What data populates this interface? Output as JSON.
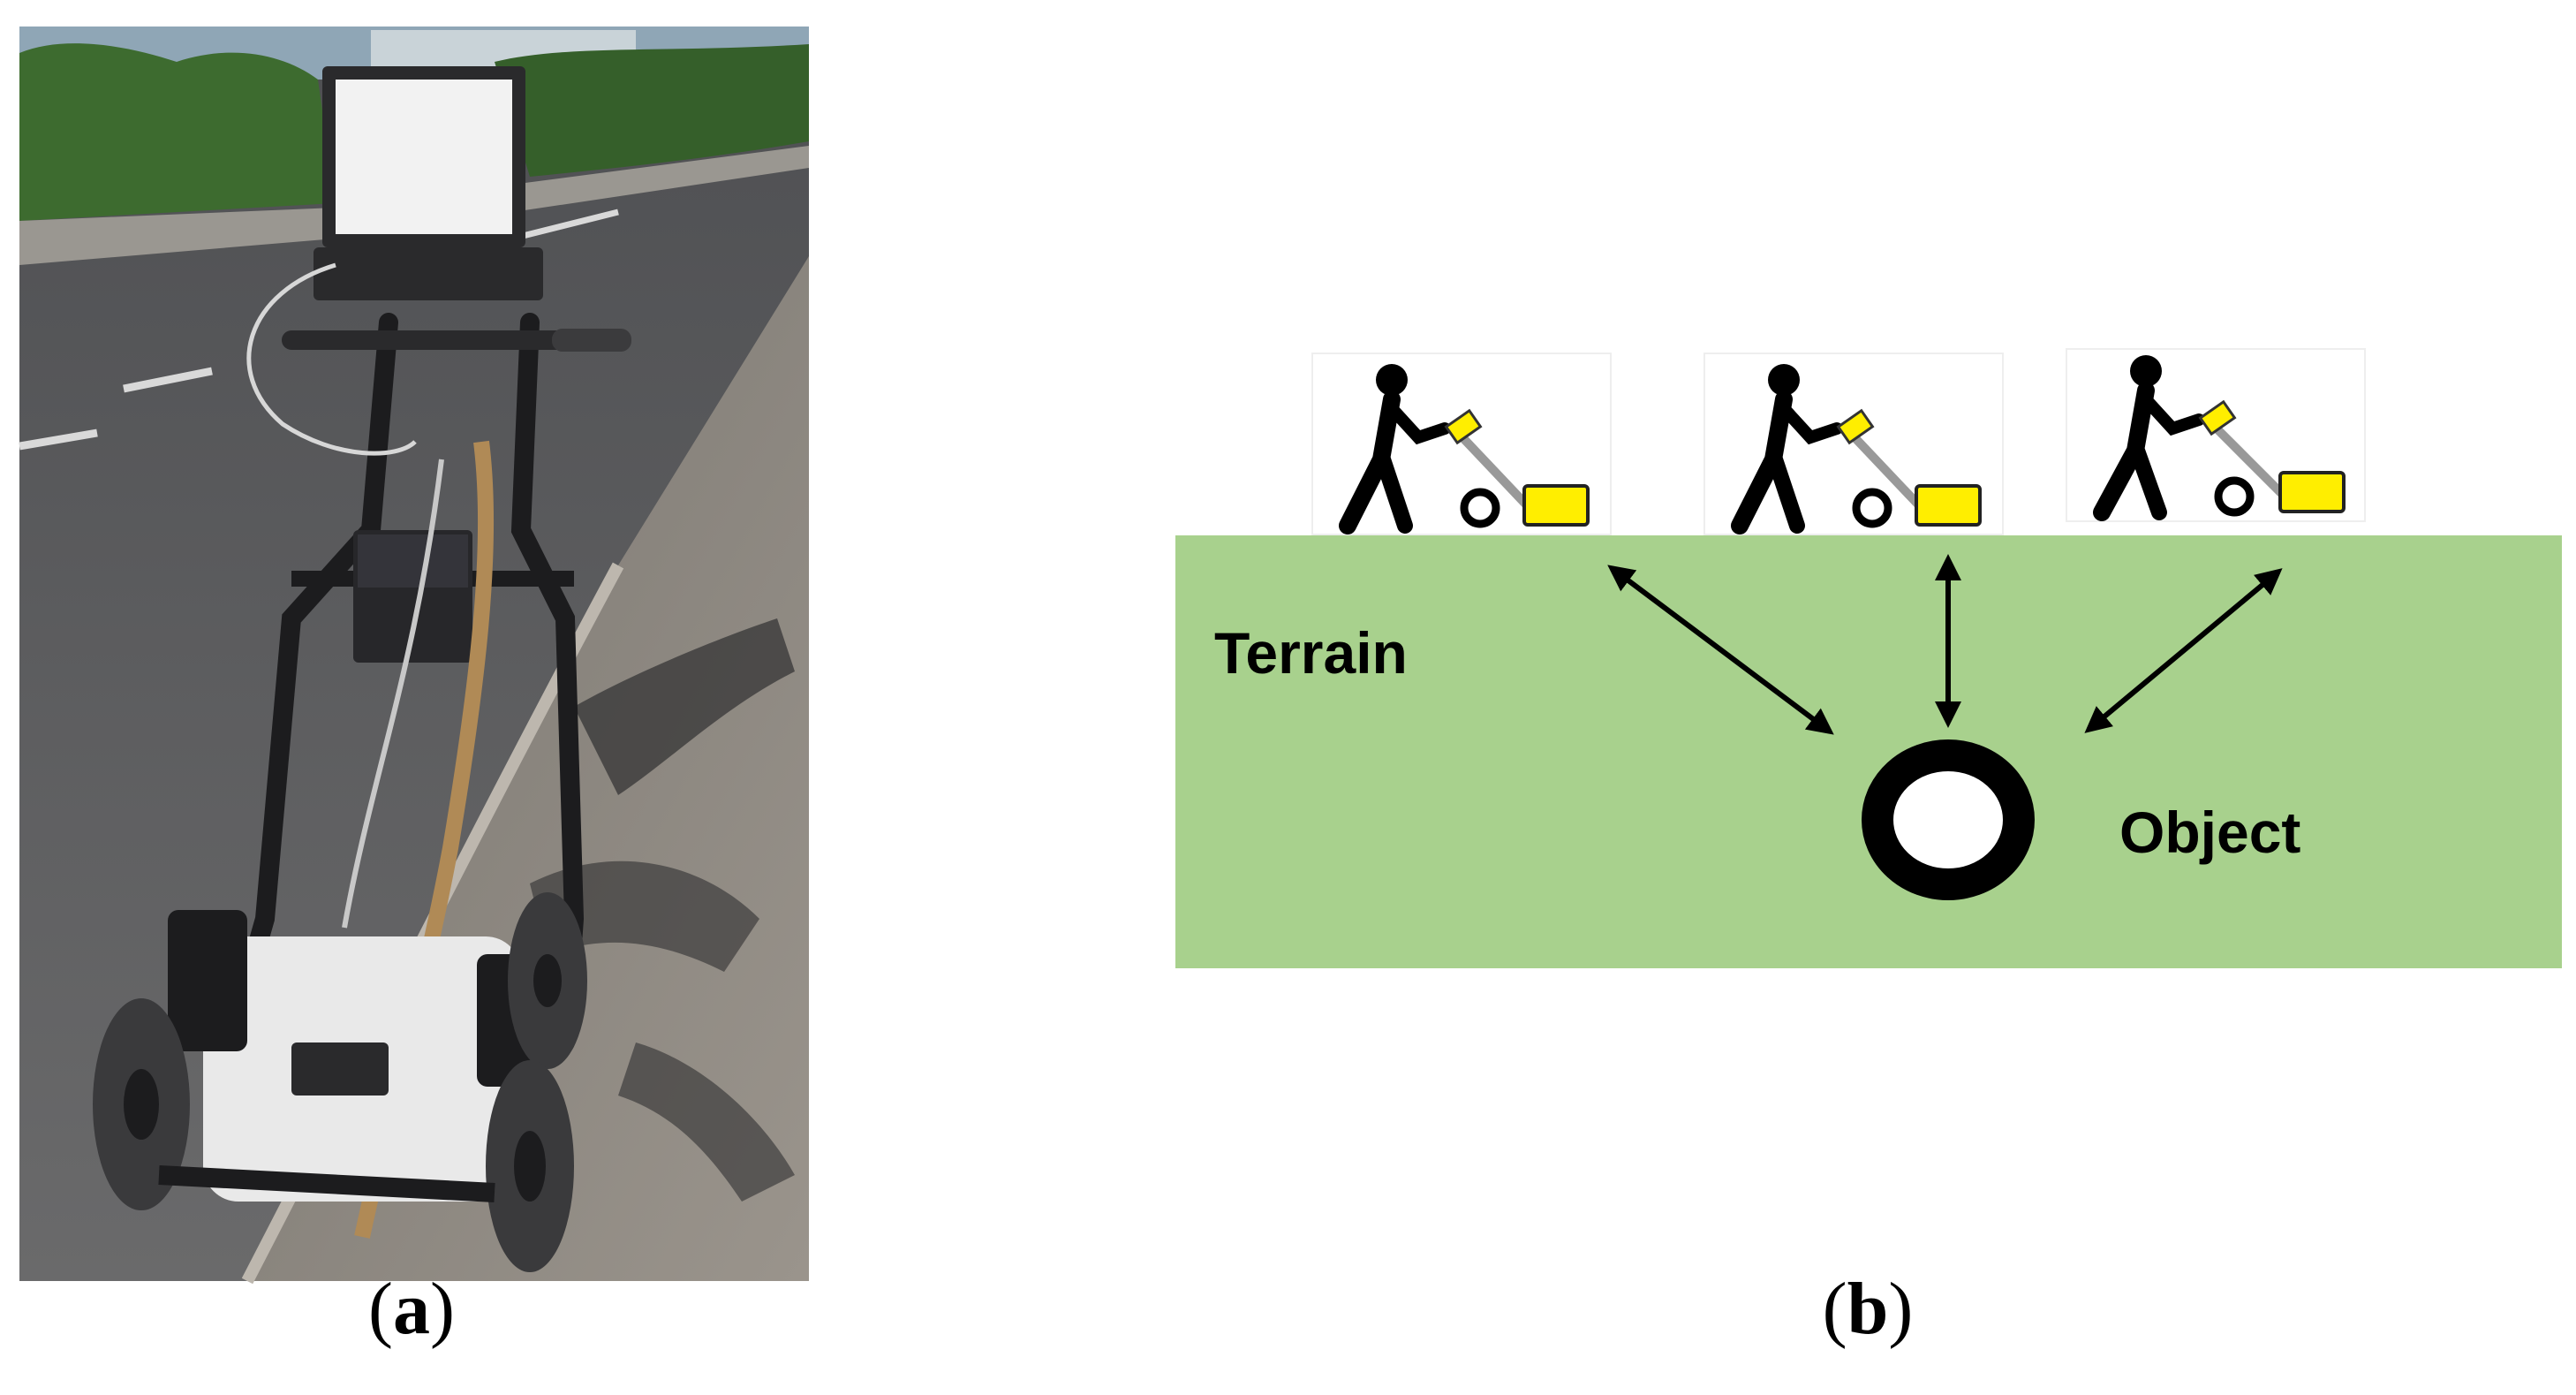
{
  "panel_a": {
    "caption_open": "(",
    "caption_letter": "a",
    "caption_close": ")"
  },
  "panel_b": {
    "caption_open": "(",
    "caption_letter": "b",
    "caption_close": ")",
    "terrain_label": "Terrain",
    "object_label": "Object"
  },
  "colors": {
    "terrain": "#a8d18d",
    "radar_unit": "#ffee00",
    "object_ring": "#000000",
    "asphalt": "#5e5e5f",
    "hedge": "#3d6b2f"
  }
}
